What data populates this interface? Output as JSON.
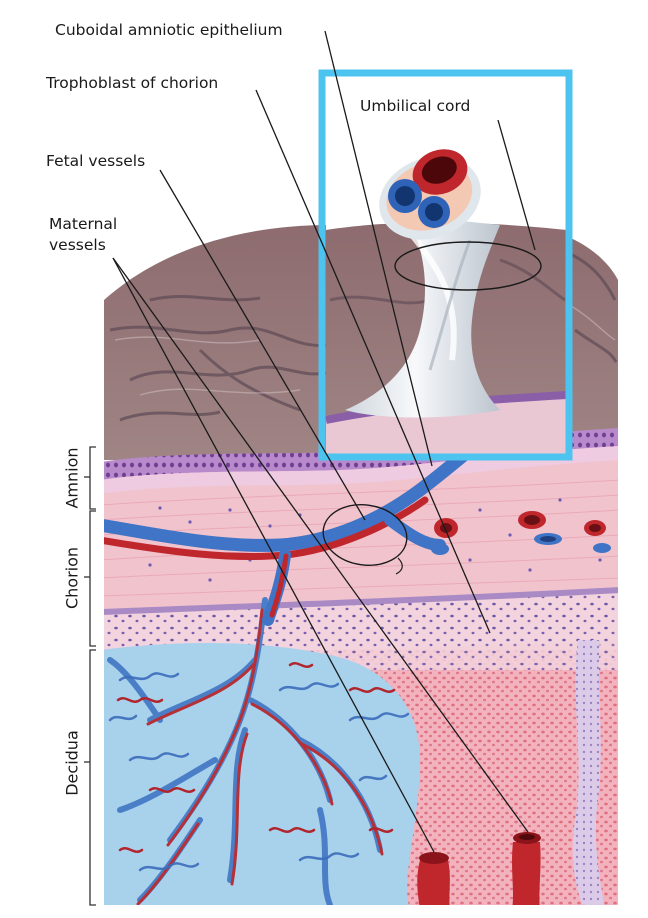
{
  "labels": {
    "cuboidal": "Cuboidal amniotic epithelium",
    "trophoblast": "Trophoblast of chorion",
    "fetal_vessels": "Fetal vessels",
    "maternal_line1": "Maternal",
    "maternal_line2": "vessels",
    "umbilical_cord": "Umbilical cord"
  },
  "layers": {
    "amnion": "Amnion",
    "chorion": "Chorion",
    "decidua": "Decidua"
  },
  "colors": {
    "inset_border": "#4dc3f0",
    "artery_red": "#c0272d",
    "vein_blue": "#3c74c8",
    "tissue_pink": "#f0b9c4",
    "amnion_purple": "#8a5fa8",
    "villus_light_blue": "#a9d2ec",
    "placenta_mauve": "#8e6a6d"
  }
}
